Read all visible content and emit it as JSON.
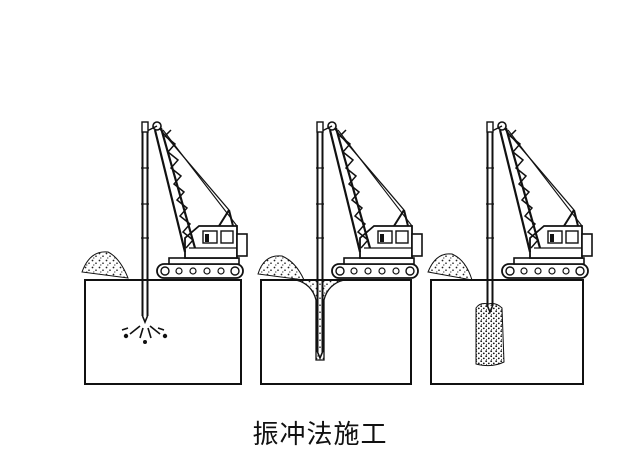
{
  "figure": {
    "caption": "振冲法施工",
    "stroke_color": "#111111",
    "fill_color": "#ffffff",
    "panels": [
      {
        "stage": "penetration"
      },
      {
        "stage": "backfill"
      },
      {
        "stage": "compacted-column"
      }
    ]
  }
}
